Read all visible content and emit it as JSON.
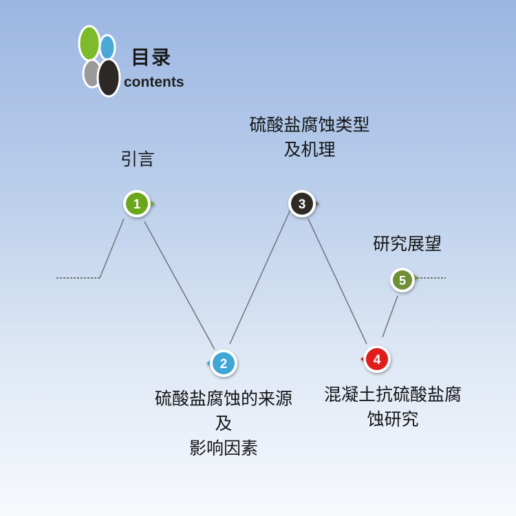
{
  "header": {
    "title": "目录",
    "subtitle": "contents"
  },
  "nodes": [
    {
      "number": "1",
      "label": "引言",
      "color": "#6aa61c"
    },
    {
      "number": "2",
      "label": "硫酸盐腐蚀的来源及影响因素",
      "color": "#3fa6d6"
    },
    {
      "number": "3",
      "label": "硫酸盐腐蚀类型及机理",
      "color": "#2e2a28"
    },
    {
      "number": "4",
      "label": "混凝土抗硫酸盐腐蚀研究",
      "color": "#e11b1b"
    },
    {
      "number": "5",
      "label": "研究展望",
      "color": "#6e8f36"
    }
  ],
  "labels": {
    "l1": "引言",
    "l2_line1": "硫酸盐腐蚀的来源及",
    "l2_line2": "影响因素",
    "l3_line1": "硫酸盐腐蚀类型",
    "l3_line2": "及机理",
    "l4_line1": "混凝土抗硫酸盐腐",
    "l4_line2": "蚀研究",
    "l5": "研究展望"
  },
  "colors": {
    "logo_green": "#7dbb2a",
    "logo_blue": "#4aa8d8",
    "logo_gray": "#9a9a9a",
    "logo_dark": "#2b2826",
    "line": "#6f7378"
  }
}
